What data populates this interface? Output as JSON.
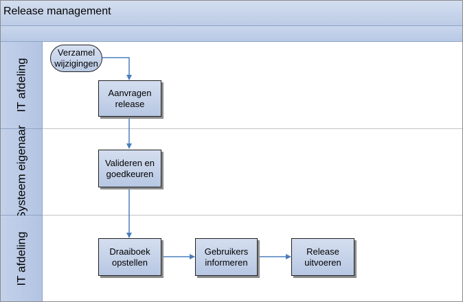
{
  "diagram": {
    "title": "Release management",
    "lanes": [
      {
        "label": "IT afdeling"
      },
      {
        "label": "Systeem\neigenaar"
      },
      {
        "label": "IT afdeling"
      }
    ],
    "nodes": {
      "start": "Verzamel\nwijzigingen",
      "request": "Aanvragen\nrelease",
      "validate": "Valideren en\ngoedkeuren",
      "runbook": "Draaiboek\nopstellen",
      "inform": "Gebruikers\ninformeren",
      "execute": "Release\nuitvoeren"
    },
    "colors": {
      "shape_fill": "#c5d3ea",
      "lane_header": "#b8c9e5",
      "connector": "#4a7ebb"
    }
  }
}
